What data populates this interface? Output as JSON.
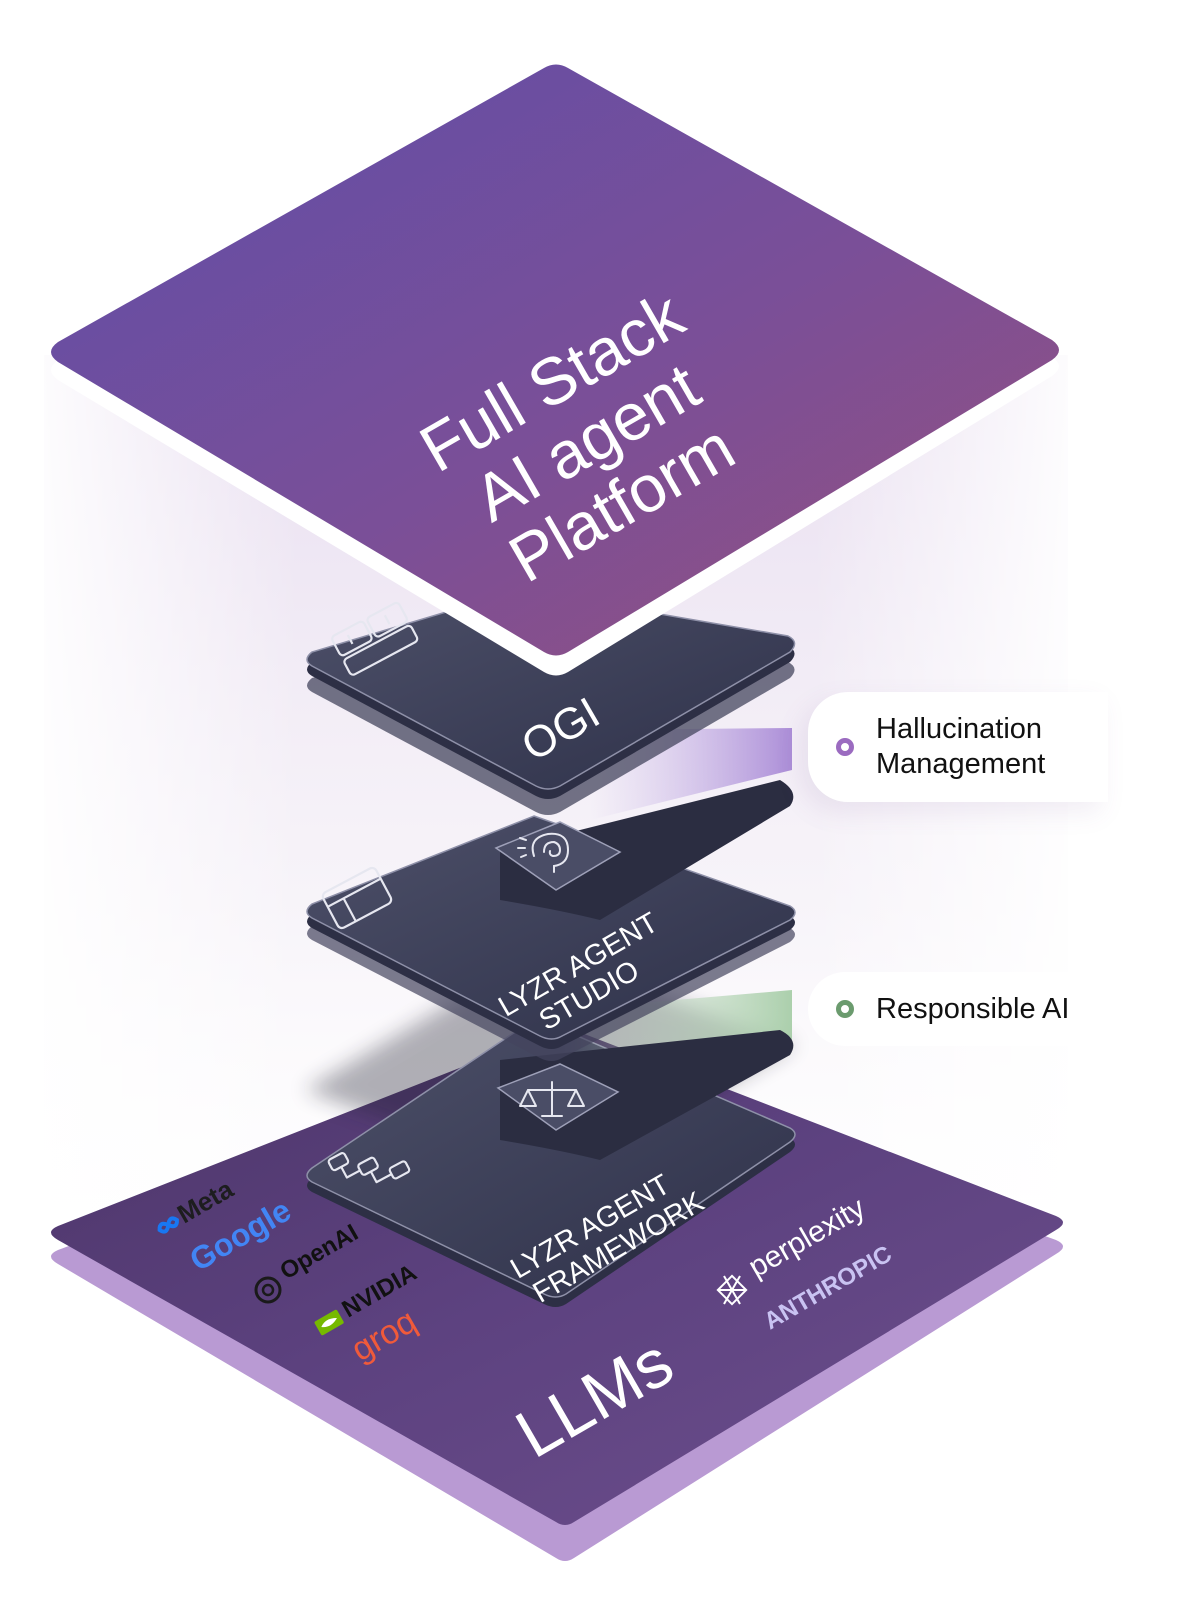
{
  "platform": {
    "title_lines": [
      "Full Stack",
      "AI agent",
      "Platform"
    ]
  },
  "layers": [
    {
      "id": "ogi",
      "label_lines": [
        "OGI"
      ],
      "icon": "dashboard-blocks-icon"
    },
    {
      "id": "studio",
      "label_lines": [
        "LYZR AGENT",
        "STUDIO"
      ],
      "icon": "layout-panel-icon"
    },
    {
      "id": "framework",
      "label_lines": [
        "LYZR AGENT",
        "FRAMEWORK"
      ],
      "icon": "flowchart-icon"
    }
  ],
  "base": {
    "label": "LLMs",
    "providers_left": [
      {
        "name": "Meta",
        "icon": "meta-infinity-icon",
        "color": "#1d1d1f"
      },
      {
        "name": "Google",
        "icon": "",
        "color": "#4285f4"
      },
      {
        "name": "OpenAI",
        "icon": "openai-knot-icon",
        "color": "#111111"
      },
      {
        "name": "NVIDIA",
        "icon": "nvidia-eye-icon",
        "color": "#111111"
      },
      {
        "name": "groq",
        "icon": "",
        "color": "#f05a3a"
      }
    ],
    "providers_right": [
      {
        "name": "perplexity",
        "icon": "perplexity-asterisk-icon",
        "color": "#ffffff"
      },
      {
        "name": "ANTHROPIC",
        "icon": "",
        "color": "#c9c3f2"
      }
    ]
  },
  "connectors": [
    {
      "id": "hallucination",
      "icon": "brain-spiral-icon",
      "color": "#9b6bc0"
    },
    {
      "id": "responsible",
      "icon": "scales-icon",
      "color": "#6b9b6e"
    }
  ],
  "callouts": [
    {
      "id": "hallucination",
      "lines": [
        "Hallucination",
        "Management"
      ],
      "dot_color": "#9b6bc0"
    },
    {
      "id": "responsible",
      "lines": [
        "Responsible AI"
      ],
      "dot_color": "#6b9b6e"
    }
  ],
  "colors": {
    "platform_top": "#6a4fa6",
    "platform_bottom": "#8a4e8e",
    "tile_dark": "#3a3d55",
    "base_purple": "#5a3f78",
    "base_edge": "#b89bd0"
  }
}
